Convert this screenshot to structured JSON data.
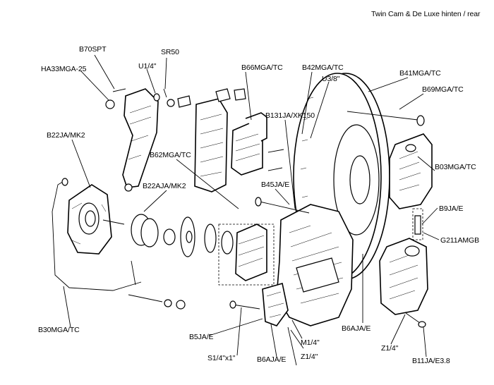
{
  "title": "Twin Cam & De Luxe hinten / rear",
  "parts": [
    {
      "id": "b70spt",
      "code": "B70SPT"
    },
    {
      "id": "sr50",
      "code": "SR50"
    },
    {
      "id": "ha33mga25",
      "code": "HA33MGA-25"
    },
    {
      "id": "u1-4",
      "code": "U1/4\""
    },
    {
      "id": "b66mgatc",
      "code": "B66MGA/TC"
    },
    {
      "id": "b42mgatc",
      "code": "B42MGA/TC"
    },
    {
      "id": "u3-8",
      "code": "U3/8\""
    },
    {
      "id": "b41mgatc",
      "code": "B41MGA/TC"
    },
    {
      "id": "b69mgatc",
      "code": "B69MGA/TC"
    },
    {
      "id": "b131jaxk150",
      "code": "B131JA/XK150"
    },
    {
      "id": "b22jamk2",
      "code": "B22JA/MK2"
    },
    {
      "id": "b62mgatc",
      "code": "B62MGA/TC"
    },
    {
      "id": "b03mgatc",
      "code": "B03MGA/TC"
    },
    {
      "id": "b22ajamk2",
      "code": "B22AJA/MK2"
    },
    {
      "id": "b45jae",
      "code": "B45JA/E"
    },
    {
      "id": "b9jae",
      "code": "B9JA/E"
    },
    {
      "id": "g211amgb",
      "code": "G211AMGB"
    },
    {
      "id": "b30mgatc",
      "code": "B30MGA/TC"
    },
    {
      "id": "b6ajae-right",
      "code": "B6AJA/E"
    },
    {
      "id": "b5jae",
      "code": "B5JA/E"
    },
    {
      "id": "m1-4",
      "code": "M1/4\""
    },
    {
      "id": "z1-4-right",
      "code": "Z1/4\""
    },
    {
      "id": "s1-4x1",
      "code": "S1/4\"x1\""
    },
    {
      "id": "b6ajae-bottom",
      "code": "B6AJA/E"
    },
    {
      "id": "z1-4-bottom",
      "code": "Z1/4\""
    },
    {
      "id": "b11jae38",
      "code": "B11JA/E3.8"
    }
  ]
}
